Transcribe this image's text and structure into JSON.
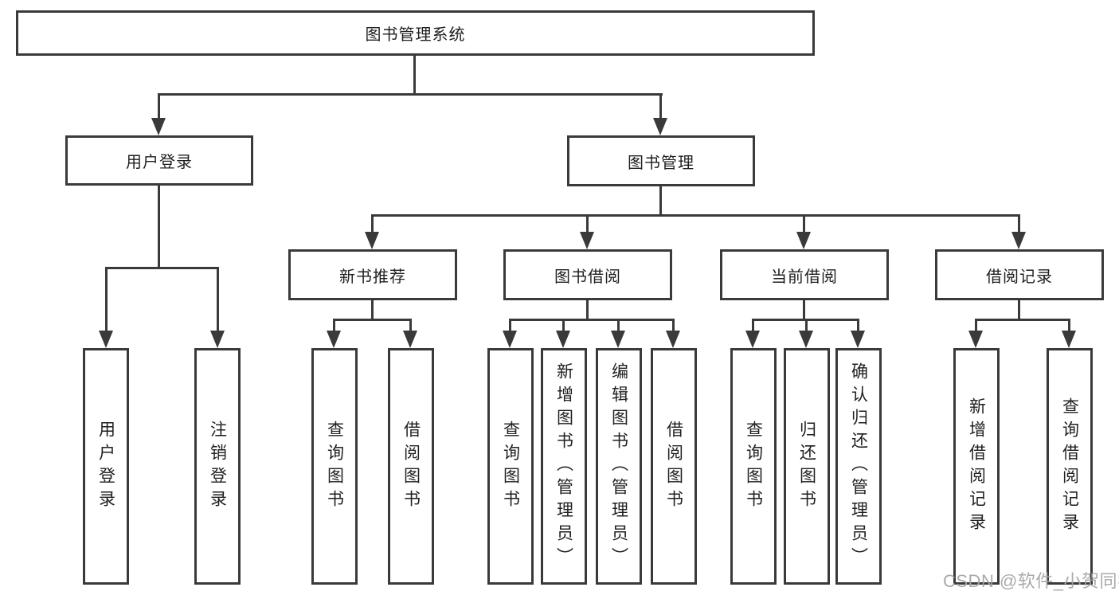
{
  "diagram": {
    "type": "hierarchy-tree",
    "orientation": "top-down",
    "colors": {
      "line": "#3a3a3a",
      "text": "#1f1f1f",
      "background": "#ffffff",
      "watermark": "#a5a5a5"
    },
    "tree": {
      "label": "图书管理系统",
      "children": [
        {
          "label": "用户登录",
          "children": [
            {
              "label": "用户登录"
            },
            {
              "label": "注销登录"
            }
          ]
        },
        {
          "label": "图书管理",
          "children": [
            {
              "label": "新书推荐",
              "children": [
                {
                  "label": "查询图书"
                },
                {
                  "label": "借阅图书"
                }
              ]
            },
            {
              "label": "图书借阅",
              "children": [
                {
                  "label": "查询图书"
                },
                {
                  "label": "新增图书（管理员）"
                },
                {
                  "label": "编辑图书（管理员）"
                },
                {
                  "label": "借阅图书"
                }
              ]
            },
            {
              "label": "当前借阅",
              "children": [
                {
                  "label": "查询图书"
                },
                {
                  "label": "归还图书"
                },
                {
                  "label": "确认归还（管理员）"
                }
              ]
            },
            {
              "label": "借阅记录",
              "children": [
                {
                  "label": "新增借阅记录"
                },
                {
                  "label": "查询借阅记录"
                }
              ]
            }
          ]
        }
      ]
    },
    "watermark": "CSDN @软件_小贺同学"
  }
}
